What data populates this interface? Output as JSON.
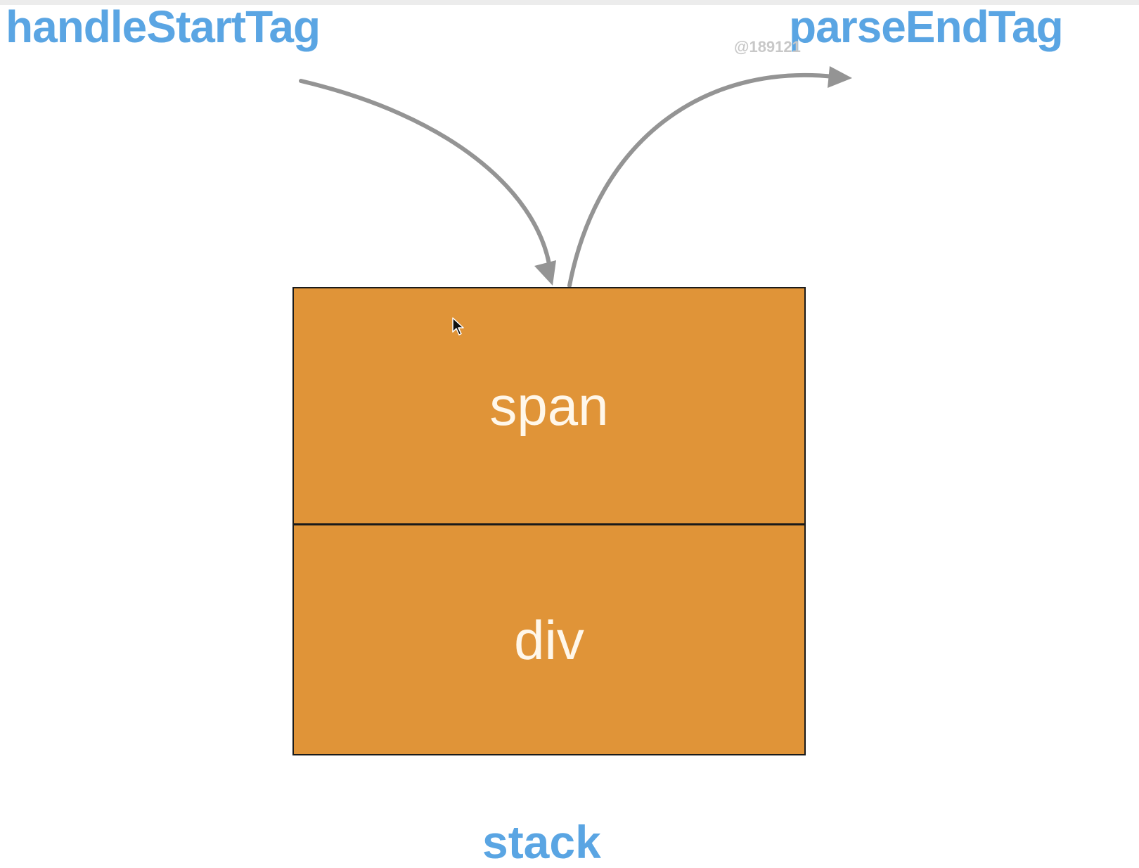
{
  "labels": {
    "start_function": "handleStartTag",
    "end_function": "parseEndTag",
    "watermark": "@189121",
    "stack_caption": "stack"
  },
  "stack": {
    "items": [
      {
        "label": "span"
      },
      {
        "label": "div"
      }
    ]
  },
  "colors": {
    "label_blue": "#5aa5e3",
    "stack_fill": "#e09438",
    "stack_text": "#fff7ea",
    "arrow_gray": "#949494",
    "border": "#1a1a1a"
  }
}
